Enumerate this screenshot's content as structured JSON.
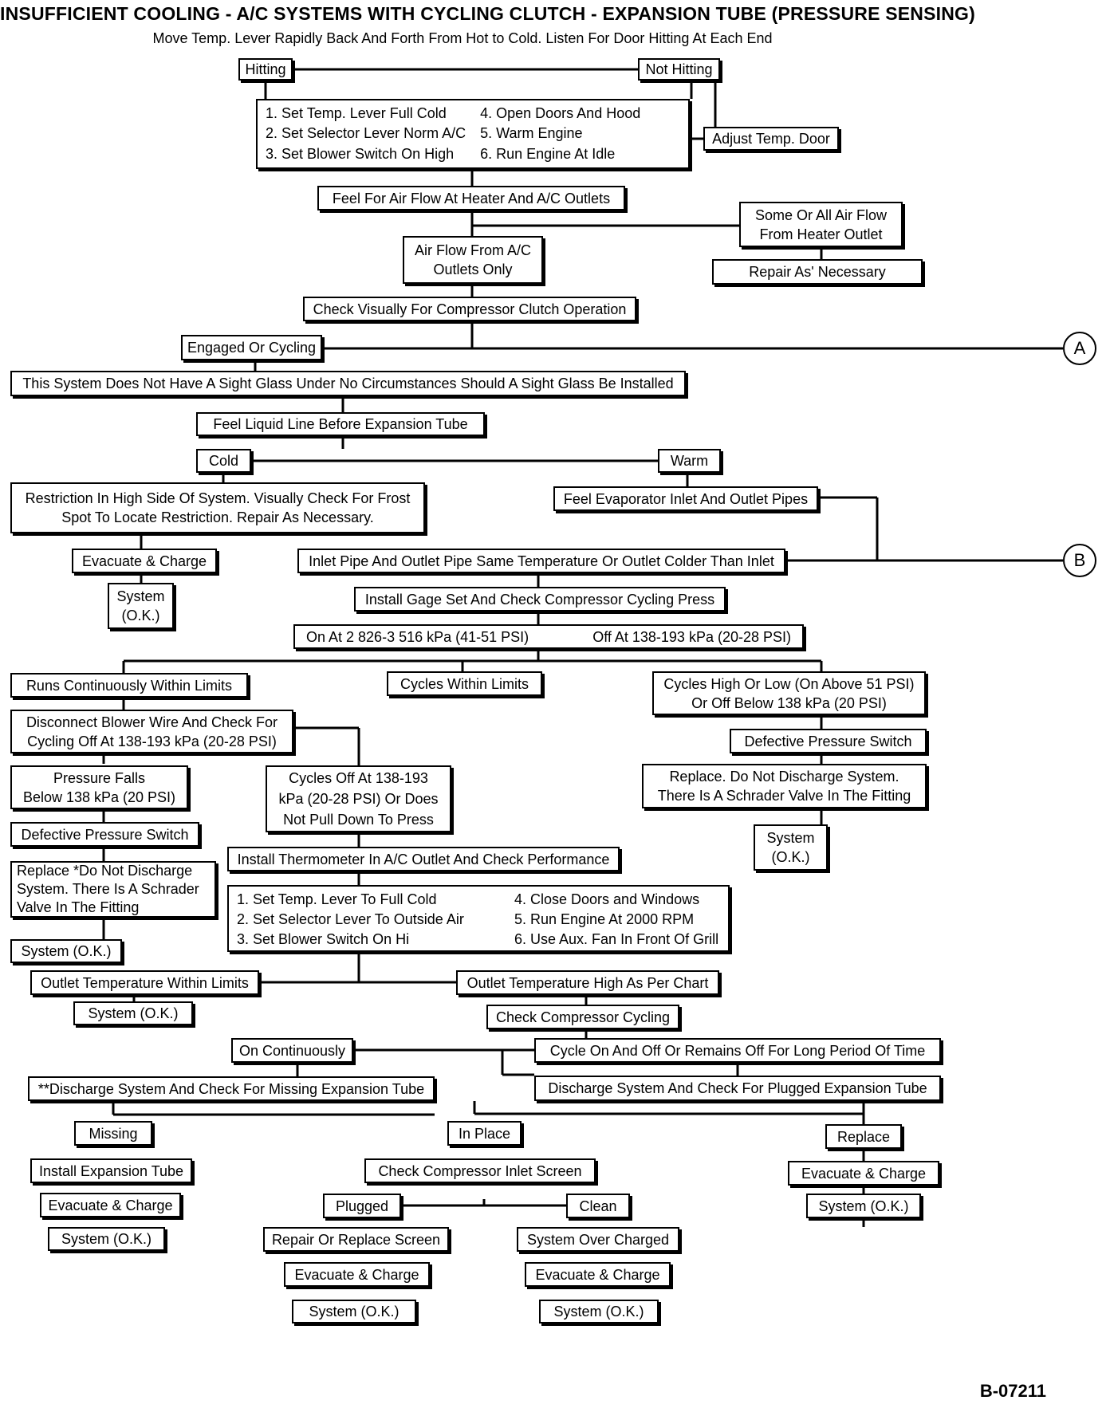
{
  "title": "INSUFFICIENT COOLING - A/C SYSTEMS WITH CYCLING CLUTCH - EXPANSION TUBE (PRESSURE SENSING)",
  "subtitle": "Move Temp. Lever Rapidly Back And Forth From Hot to Cold. Listen For Door Hitting At Each End",
  "figure_id": "B-07211",
  "connectors": {
    "a": "A",
    "b": "B"
  },
  "boxes": {
    "hitting": "Hitting",
    "not_hitting": "Not Hitting",
    "adjust_temp_door": "Adjust Temp. Door",
    "feel_air_flow": "Feel For Air Flow At Heater And A/C Outlets",
    "some_air_heater": "Some Or All Air Flow\nFrom Heater Outlet",
    "air_ac_only": "Air Flow From A/C\nOutlets Only",
    "repair_as_necessary": "Repair As' Necessary",
    "check_clutch": "Check Visually For Compressor Clutch Operation",
    "engaged_cycling": "Engaged Or Cycling",
    "no_sight_glass": "This System Does Not Have A Sight Glass Under No Circumstances Should A Sight Glass Be Installed",
    "feel_liquid_line": "Feel Liquid Line Before Expansion Tube",
    "cold": "Cold",
    "warm": "Warm",
    "restriction_high_side": "Restriction In High Side Of System. Visually Check For Frost\nSpot To Locate Restriction. Repair As Necessary.",
    "feel_evap_pipes": "Feel Evaporator Inlet And Outlet Pipes",
    "evac_charge_1": "Evacuate & Charge",
    "inlet_outlet_same": "Inlet Pipe And Outlet Pipe Same Temperature Or Outlet Colder Than Inlet",
    "system_ok_1": "System\n(O.K.)",
    "install_gage_set": "Install Gage Set And Check Compressor Cycling Press",
    "on_at": "On At 2 826-3 516 kPa (41-51 PSI)",
    "off_at": "Off At 138-193 kPa (20-28 PSI)",
    "runs_continuously": "Runs Continuously Within Limits",
    "cycles_within": "Cycles Within Limits",
    "cycles_high_low": "Cycles High Or Low (On Above 51 PSI)\nOr Off Below 138 kPa (20 PSI)",
    "disconnect_blower": "Disconnect Blower Wire And Check For\nCycling Off At 138-193 kPa (20-28 PSI)",
    "defective_switch_right": "Defective Pressure Switch",
    "pressure_falls": "Pressure Falls\nBelow 138 kPa (20 PSI)",
    "cycles_off_at": "Cycles Off At 138-193\nkPa (20-28 PSI) Or Does\nNot Pull Down To Press",
    "replace_right": "Replace. Do Not Discharge System.\nThere Is A Schrader Valve In The Fitting",
    "defective_switch_left": "Defective Pressure Switch",
    "system_ok_right": "System\n(O.K.)",
    "install_thermometer": "Install Thermometer In A/C Outlet And Check Performance",
    "replace_left": "Replace *Do Not Discharge\nSystem. There Is A Schrader\nValve In The Fitting",
    "system_ok_left": "System (O.K.)",
    "outlet_within": "Outlet Temperature Within Limits",
    "outlet_high": "Outlet Temperature High As Per Chart",
    "system_ok_within": "System (O.K.)",
    "check_cycling": "Check Compressor Cycling",
    "on_continuously": "On Continuously",
    "cycle_on_off": "Cycle On And Off Or Remains Off For Long Period Of Time",
    "discharge_missing": "**Discharge System And Check For Missing Expansion Tube",
    "discharge_plugged": "Discharge System And Check For Plugged Expansion Tube",
    "missing": "Missing",
    "in_place": "In Place",
    "replace_tube": "Replace",
    "install_tube": "Install Expansion Tube",
    "check_inlet_screen": "Check Compressor Inlet Screen",
    "evac_charge_r": "Evacuate & Charge",
    "evac_charge_m": "Evacuate & Charge",
    "plugged": "Plugged",
    "clean": "Clean",
    "system_ok_r": "System (O.K.)",
    "system_ok_m": "System (O.K.)",
    "repair_screen": "Repair Or Replace Screen",
    "over_charged": "System Over Charged",
    "evac_charge_p": "Evacuate & Charge",
    "evac_charge_c": "Evacuate & Charge",
    "system_ok_p": "System (O.K.)",
    "system_ok_c": "System (O.K.)"
  },
  "steps_1": [
    "1.  Set Temp. Lever Full Cold",
    "4.  Open Doors And Hood",
    "2.  Set Selector Lever Norm A/C",
    "5.  Warm Engine",
    "3.  Set Blower Switch On High",
    "6.  Run Engine At Idle"
  ],
  "steps_2": [
    "1.  Set Temp. Lever To Full Cold",
    "4.  Close Doors and Windows",
    "2.  Set Selector Lever To Outside Air",
    "5.  Run Engine At 2000 RPM",
    "3.  Set Blower Switch On Hi",
    "6.  Use Aux. Fan In Front Of Grill"
  ]
}
